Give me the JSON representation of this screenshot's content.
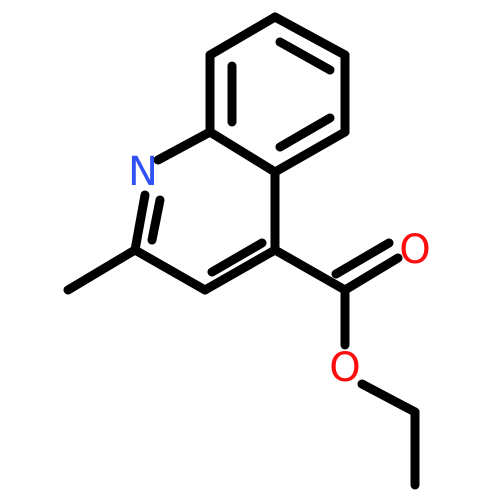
{
  "molecule": {
    "atoms": {
      "nitrogen": {
        "label": "N",
        "color": "#3050F8"
      },
      "carbonyl_oxygen": {
        "label": "O",
        "color": "#FF0D0D"
      },
      "ester_oxygen": {
        "label": "O",
        "color": "#FF0D0D"
      }
    },
    "bond_color": "#000000",
    "background": "#ffffff"
  }
}
